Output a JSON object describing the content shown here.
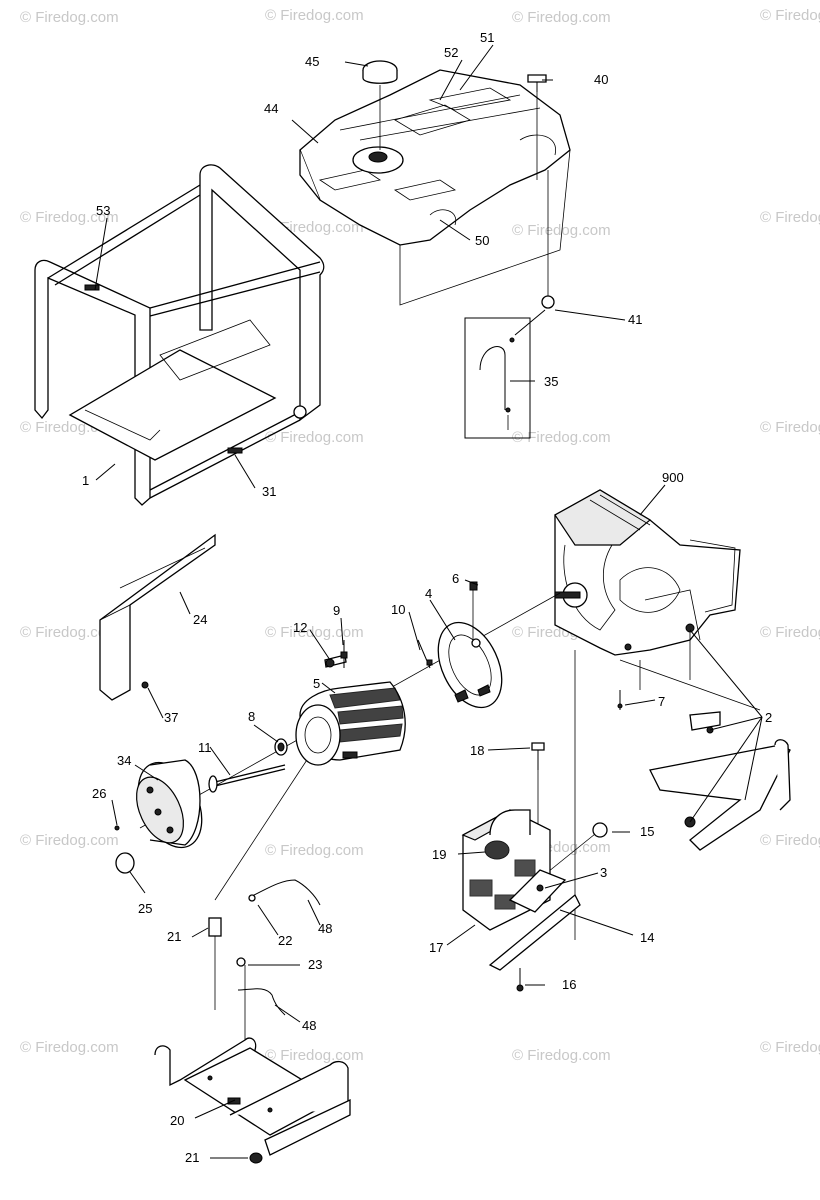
{
  "watermark": {
    "text": "© Firedog.com",
    "color": "#c8c8c8"
  },
  "callouts": {
    "c1": "1",
    "c2": "2",
    "c3": "3",
    "c4": "4",
    "c5": "5",
    "c6": "6",
    "c7": "7",
    "c8": "8",
    "c9": "9",
    "c10": "10",
    "c11": "11",
    "c12": "12",
    "c14": "14",
    "c15": "15",
    "c16": "16",
    "c17": "17",
    "c18": "18",
    "c19": "19",
    "c20": "20",
    "c21a": "21",
    "c21b": "21",
    "c22": "22",
    "c23": "23",
    "c24": "24",
    "c25": "25",
    "c26": "26",
    "c31": "31",
    "c34": "34",
    "c35": "35",
    "c37": "37",
    "c40": "40",
    "c41": "41",
    "c44": "44",
    "c45": "45",
    "c48a": "48",
    "c48b": "48",
    "c50": "50",
    "c51": "51",
    "c52": "52",
    "c53": "53",
    "c900": "900"
  }
}
